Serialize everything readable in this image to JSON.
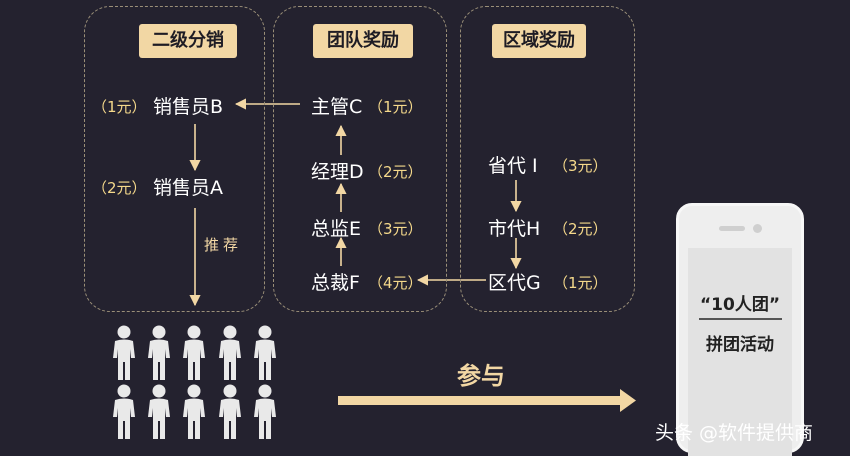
{
  "panels": {
    "two_level": "二级分销",
    "team": "团队奖励",
    "region": "区域奖励"
  },
  "nodes": {
    "salesperson_b": "销售员B",
    "salesperson_a": "销售员A",
    "supervisor_c": "主管C",
    "manager_d": "经理D",
    "director_e": "总监E",
    "ceo_f": "总裁F",
    "province_i": "省代 I",
    "city_h": "市代H",
    "district_g": "区代G"
  },
  "amounts": {
    "b": "（1元）",
    "a": "（2元）",
    "c": "（1元）",
    "d": "（2元）",
    "e": "（3元）",
    "f": "（4元）",
    "i": "（3元）",
    "h": "（2元）",
    "g": "（1元）"
  },
  "recommend": "推荐",
  "join": "参与",
  "phone": {
    "line1": "“10人团”",
    "line2": "拼团活动"
  },
  "watermark": "头条 @软件提供商",
  "colors": {
    "background": "#24222f",
    "accent": "#f2d7a4",
    "amount": "#f5d98b",
    "people": "#e9e9e9"
  }
}
